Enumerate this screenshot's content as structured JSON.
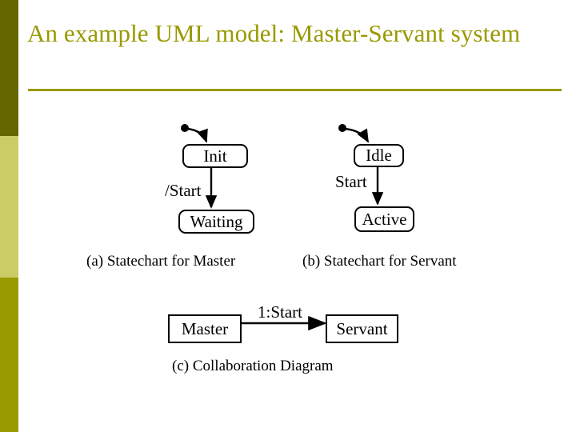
{
  "slide": {
    "title": "An example UML model: Master-Servant system",
    "background_color": "#ffffff",
    "accent_color": "#999900"
  },
  "sidebar": {
    "bands": [
      {
        "name": "band-top",
        "color": "#666600"
      },
      {
        "name": "band-middle",
        "color": "#cccc66"
      },
      {
        "name": "band-bottom",
        "color": "#999900"
      }
    ]
  },
  "diagram": {
    "master_statechart": {
      "caption": "(a) Statechart for Master",
      "initial_state_marker": "filled-circle",
      "states": [
        {
          "id": "init",
          "label": "Init"
        },
        {
          "id": "waiting",
          "label": "Waiting"
        }
      ],
      "transitions": [
        {
          "from": "initial",
          "to": "init",
          "label": ""
        },
        {
          "from": "init",
          "to": "waiting",
          "label": "/Start"
        }
      ]
    },
    "servant_statechart": {
      "caption": "(b) Statechart for Servant",
      "initial_state_marker": "filled-circle",
      "states": [
        {
          "id": "idle",
          "label": "Idle"
        },
        {
          "id": "active",
          "label": "Active"
        }
      ],
      "transitions": [
        {
          "from": "initial",
          "to": "idle",
          "label": ""
        },
        {
          "from": "idle",
          "to": "active",
          "label": "Start"
        }
      ]
    },
    "collaboration_diagram": {
      "caption": "(c) Collaboration Diagram",
      "objects": [
        {
          "id": "master",
          "label": "Master"
        },
        {
          "id": "servant",
          "label": "Servant"
        }
      ],
      "messages": [
        {
          "from": "master",
          "to": "servant",
          "label": "1:Start"
        }
      ]
    }
  }
}
